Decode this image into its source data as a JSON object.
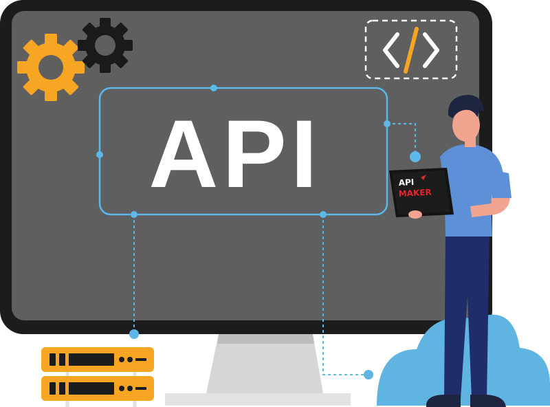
{
  "illustration": {
    "headline": "API",
    "laptop_logo": {
      "line1": "API",
      "line2": "MAKER"
    },
    "code_icon": "code-brackets-icon",
    "gear_icons": [
      "gear-icon-orange",
      "gear-icon-black"
    ],
    "server_icon": "server-rack-icon",
    "cloud_icon": "cloud-icon"
  },
  "colors": {
    "monitor_bezel": "#1c1c1c",
    "screen": "#5f5f5f",
    "stand": "#d9d9d9",
    "accent_orange": "#f6a623",
    "accent_blue": "#5bb8e8",
    "shirt": "#5d90d6",
    "pants": "#1f2d6b",
    "skin": "#f1a48f",
    "hair": "#1e2540",
    "cloud": "#5fb4e2",
    "logo_red": "#e0262f"
  }
}
